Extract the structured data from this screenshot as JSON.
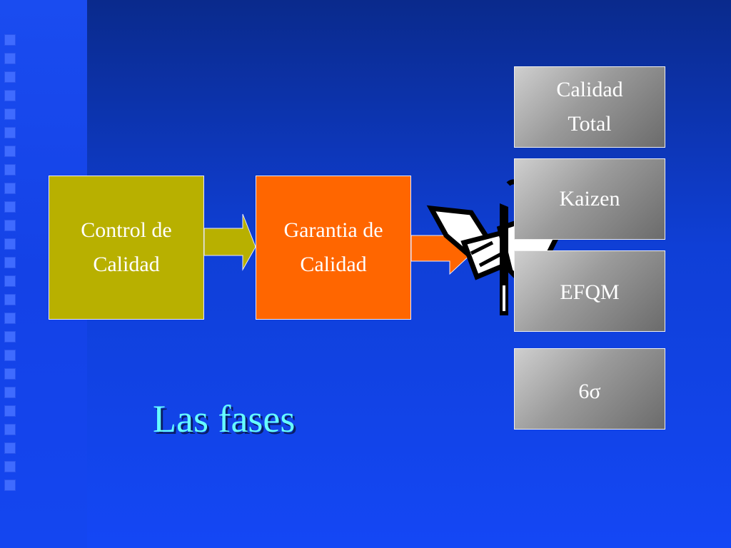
{
  "phases": {
    "control": [
      "Control de",
      "Calidad"
    ],
    "garantia": [
      "Garantia de",
      "Calidad"
    ]
  },
  "approaches": [
    [
      "Calidad",
      "Total"
    ],
    [
      "Kaizen"
    ],
    [
      "EFQM"
    ],
    [
      "6σ"
    ]
  ],
  "title": "Las fases",
  "colors": {
    "control": "#b8b000",
    "garantia": "#ff6600",
    "title": "#66ffff"
  },
  "icons": [
    "broken-arrow-icon"
  ]
}
